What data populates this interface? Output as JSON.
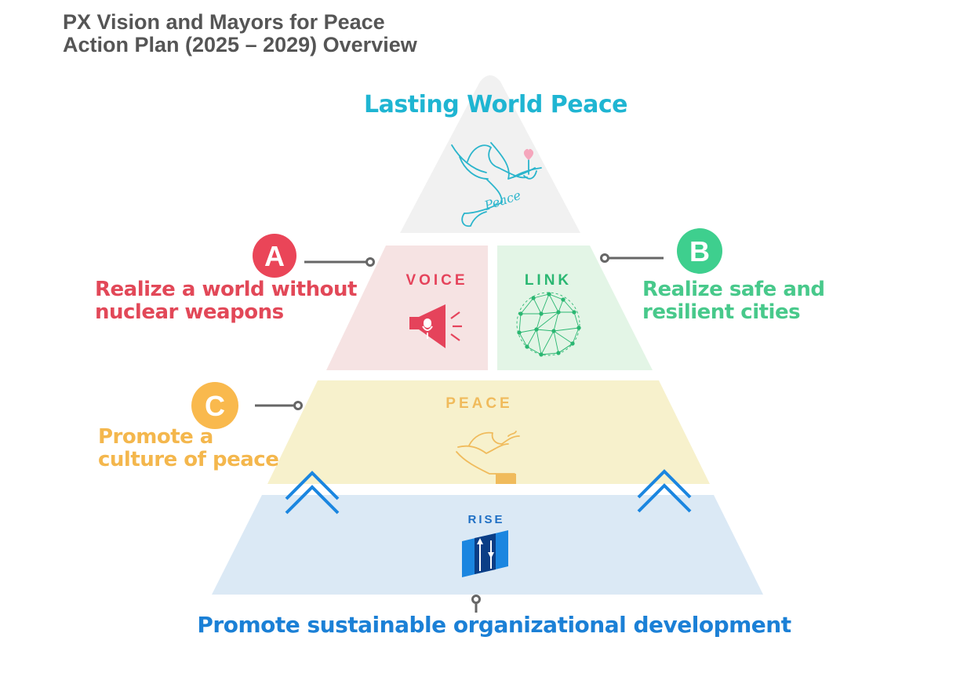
{
  "title": {
    "line1": "PX Vision and Mayors for Peace",
    "line2": "Action Plan (2025 – 2029) Overview"
  },
  "apex": {
    "label": "Lasting World Peace",
    "dove_text": "Peace"
  },
  "tiers": {
    "voice": {
      "label": "VOICE",
      "color": "#e5435b"
    },
    "link": {
      "label": "LINK",
      "color": "#2bb772"
    },
    "peace": {
      "label": "PEACE",
      "color": "#f0bb5c"
    },
    "rise": {
      "label": "RISE",
      "color": "#1f6fc4"
    }
  },
  "goals": {
    "a": {
      "badge": "A",
      "line1": "Realize a world without",
      "line2": "nuclear weapons",
      "color": "#e5435b"
    },
    "b": {
      "badge": "B",
      "line1": "Realize safe and",
      "line2": "resilient cities",
      "color": "#3ecf8e"
    },
    "c": {
      "badge": "C",
      "line1": "Promote a",
      "line2": "culture of peace",
      "color": "#f9b94d"
    }
  },
  "base": {
    "label": "Promote sustainable organizational development"
  },
  "colors": {
    "apex_fill": "#f1f1f1",
    "voice_fill": "#f6e3e3",
    "link_fill": "#e3f5e6",
    "peace_fill": "#f7f1cc",
    "rise_fill": "#dbe9f5",
    "connector": "#666666"
  }
}
